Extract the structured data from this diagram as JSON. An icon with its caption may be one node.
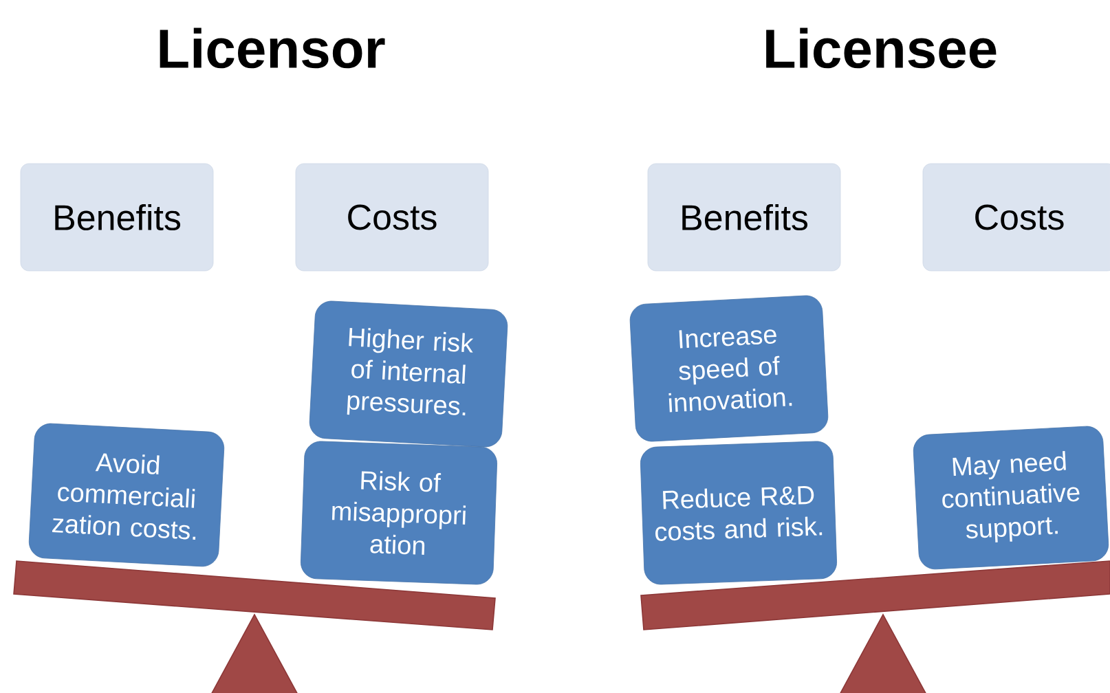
{
  "diagram": {
    "nodes": [
      {
        "text": [
          "Benefits"
        ]
      },
      {
        "text": [
          "Costs"
        ]
      },
      {
        "text": [
          "Avoid commerciali zation costs."
        ]
      },
      {
        "text": [
          "Higher risk of internal pressures."
        ]
      },
      {
        "text": [
          "Risk of misappropri ation"
        ]
      },
      {
        "text": [
          "Benefits"
        ]
      },
      {
        "text": [
          "Costs"
        ]
      },
      {
        "text": [
          "Increase speed of innovation."
        ]
      },
      {
        "text": [
          "Reduce R&D costs and risk."
        ]
      },
      {
        "text": [
          "May need continuative support."
        ]
      }
    ],
    "labels": [
      "Licensor",
      "Licensee"
    ]
  }
}
